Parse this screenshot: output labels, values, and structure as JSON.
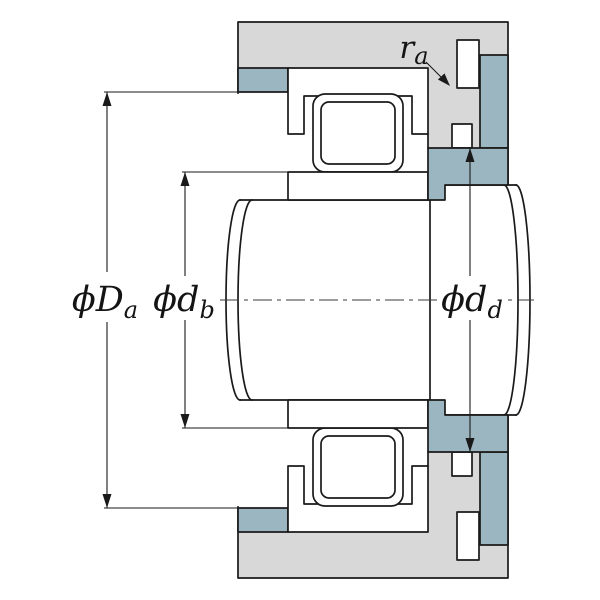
{
  "labels": {
    "Da": {
      "prefix": "ϕ",
      "letter": "D",
      "subscript": "a"
    },
    "db": {
      "prefix": "ϕ",
      "letter": "d",
      "subscript": "b"
    },
    "dd": {
      "prefix": "ϕ",
      "letter": "d",
      "subscript": "d"
    },
    "ra": {
      "letter": "r",
      "subscript": "a"
    }
  },
  "colors": {
    "background": "#ffffff",
    "housing": "#d8d8d8",
    "steel_section": "#9bb5c1",
    "line": "#1a1a1a"
  }
}
